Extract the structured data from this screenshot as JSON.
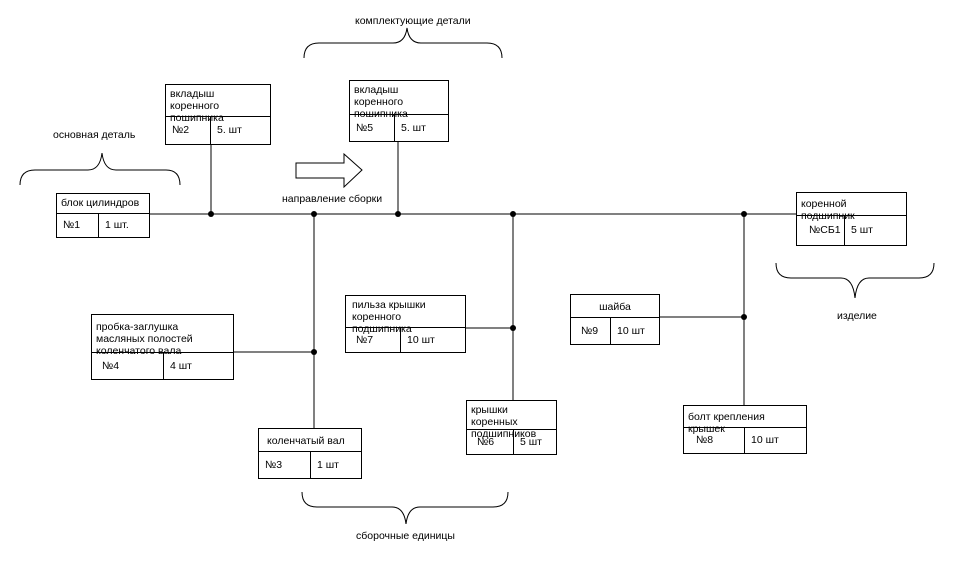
{
  "labels": {
    "main_part": "основная деталь",
    "components": "комплектующие детали",
    "direction": "направление сборки",
    "product": "изделие",
    "assembly_units": "сборочные единицы"
  },
  "boxes": {
    "b1": {
      "name": "блок цилиндров",
      "num": "№1",
      "qty": "1 шт."
    },
    "b2": {
      "name": "вкладыш коренного пошипника",
      "num": "№2",
      "qty": "5. шт"
    },
    "b5": {
      "name": "вкладыш коренного пошипника",
      "num": "№5",
      "qty": "5. шт"
    },
    "bsb1": {
      "name": "коренной подшипник",
      "num": "№СБ1",
      "qty": "5 шт"
    },
    "b4": {
      "name": "пробка-заглушка масляных полостей коленчатого вала",
      "num": "№4",
      "qty": "4 шт"
    },
    "b7": {
      "name": "пильза крышки коренного подшипника",
      "num": "№7",
      "qty": "10 шт"
    },
    "b9": {
      "name": "шайба",
      "num": "№9",
      "qty": "10 шт"
    },
    "b3": {
      "name": "коленчатый вал",
      "num": "№3",
      "qty": "1 шт"
    },
    "b6": {
      "name": "крышки коренных подшипников",
      "num": "№6",
      "qty": "5 шт"
    },
    "b8": {
      "name": "болт крепления крышек",
      "num": "№8",
      "qty": "10 шт"
    }
  }
}
